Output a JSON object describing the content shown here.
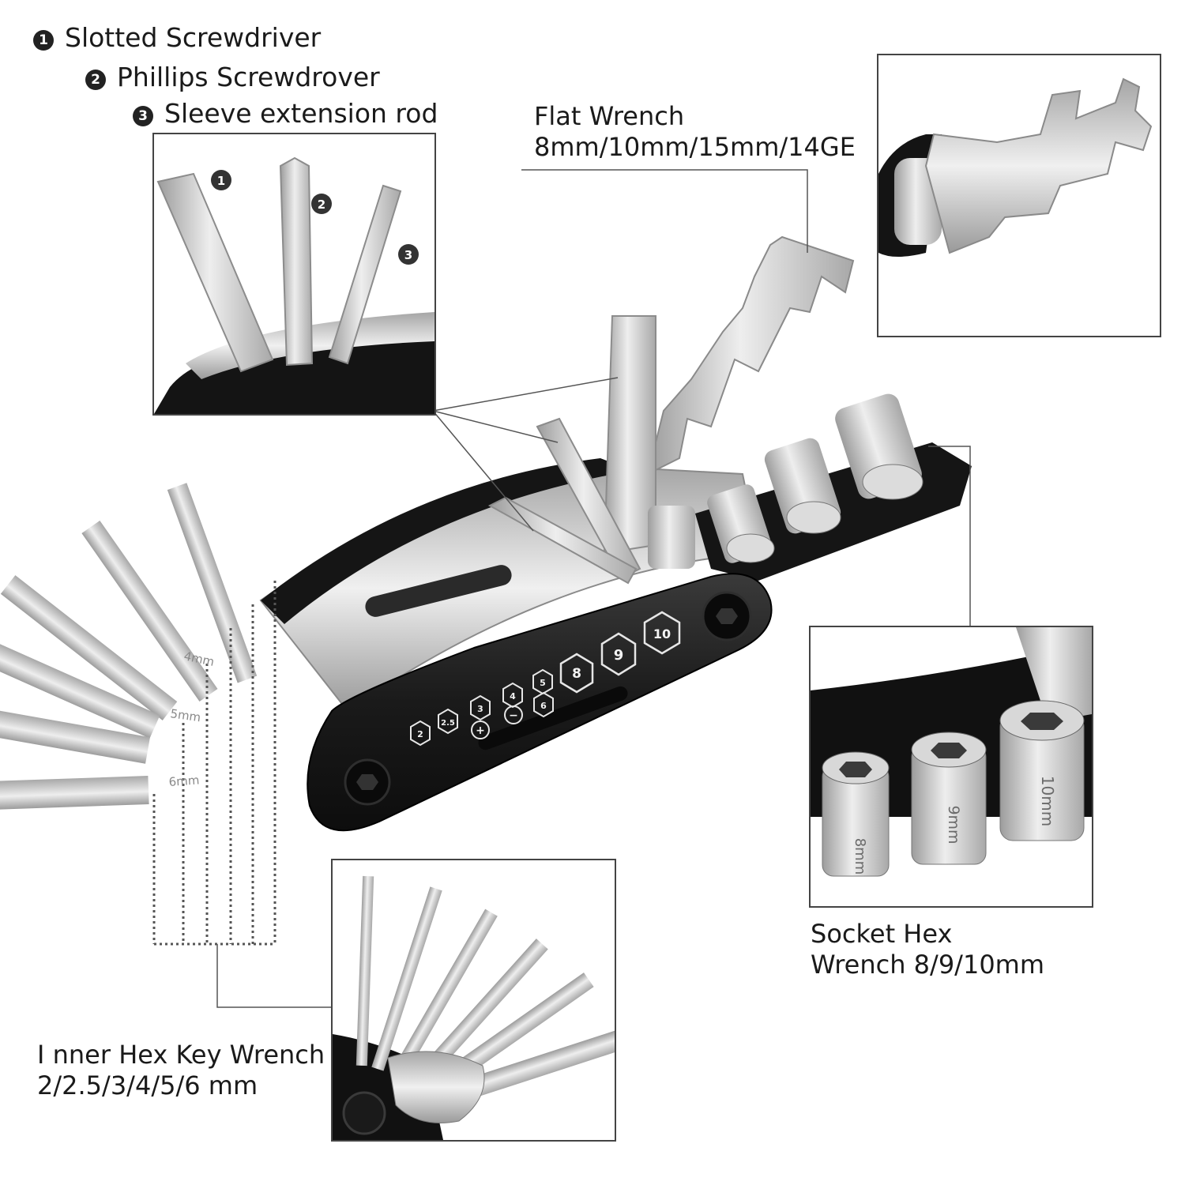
{
  "callouts": {
    "screwdrivers": [
      {
        "num": "1",
        "text": "Slotted Screwdriver"
      },
      {
        "num": "2",
        "text": "Phillips Screwdrover"
      },
      {
        "num": "3",
        "text": "Sleeve extension rod"
      }
    ],
    "flat_wrench": {
      "line1": "Flat Wrench",
      "line2": "8mm/10mm/15mm/14GE"
    },
    "socket_wrench": {
      "line1": "Socket Hex",
      "line2": "Wrench 8/9/10mm"
    },
    "hex_key": {
      "line1": "I nner Hex Key Wrench",
      "line2": "2/2.5/3/4/5/6 mm"
    }
  },
  "tool_body_badges": [
    "2",
    "2.5",
    "3",
    "4",
    "5",
    "6",
    "8",
    "9",
    "10",
    "+",
    "−"
  ],
  "socket_etchings": [
    "8mm",
    "9mm",
    "10mm"
  ],
  "hex_etchings": [
    "4mm",
    "5mm",
    "6mm"
  ],
  "inset_numbers": [
    "1",
    "2",
    "3"
  ],
  "colors": {
    "body": "#1b1b1b",
    "steel": "#c9c9c9",
    "steel_dark": "#8f8f8f",
    "frame": "#444444"
  }
}
